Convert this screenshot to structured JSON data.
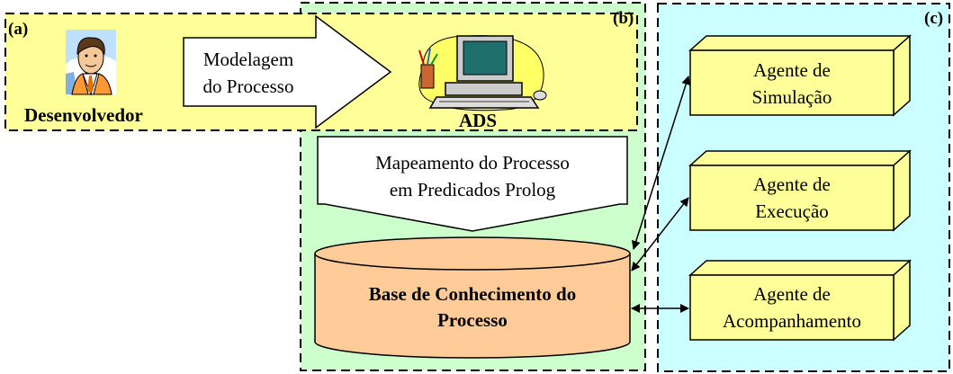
{
  "panels": {
    "a": {
      "tag": "(a)",
      "developer_label": "Desenvolvedor",
      "arrow_line1": "Modelagem",
      "arrow_line2": "do Processo",
      "ads_label": "ADS"
    },
    "b": {
      "tag": "(b)",
      "mapping_line1": "Mapeamento do Processo",
      "mapping_line2": "em Predicados Prolog",
      "kb_line1": "Base de Conhecimento do",
      "kb_line2": "Processo"
    },
    "c": {
      "tag": "(c)"
    }
  },
  "agents": [
    {
      "line1": "Agente de",
      "line2": "Simulação"
    },
    {
      "line1": "Agente de",
      "line2": "Execução"
    },
    {
      "line1": "Agente de",
      "line2": "Acompanhamento"
    }
  ],
  "icons": {
    "developer": "businessman-icon",
    "computer": "computer-icon"
  },
  "colors": {
    "panel_a": "#ffff99",
    "panel_b": "#ccffcc",
    "panel_c": "#ccffff",
    "agent_box": "#ffff99",
    "kb_cylinder": "#ffcc99"
  }
}
